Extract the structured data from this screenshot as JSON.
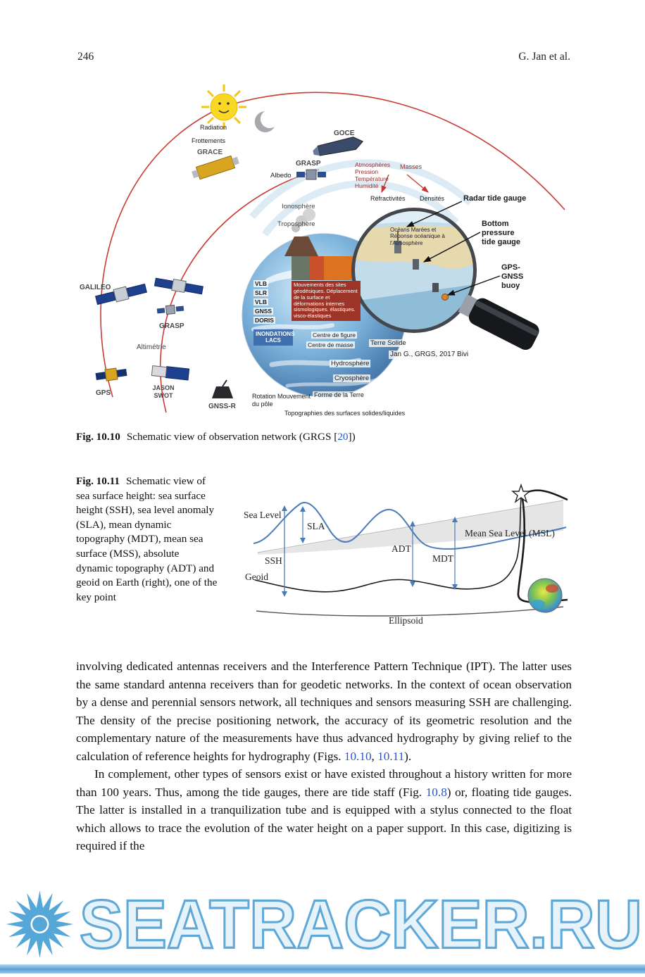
{
  "header": {
    "page_number": "246",
    "running_title": "G. Jan et al."
  },
  "fig10": {
    "caption": {
      "label": "Fig. 10.10",
      "pre": "Schematic view of observation network (GRGS [",
      "ref": "20",
      "post": "])"
    },
    "labels": {
      "radiation": "Radiation",
      "frottements": "Frottements",
      "grace": "GRACE",
      "goce": "GOCE",
      "grasp_top": "GRASP",
      "albedo": "Albedo",
      "atmospheres": "Atmosphères Pression Température Humidité",
      "masses": "Masses",
      "refractivites": "Réfractivités",
      "densites": "Densités",
      "ionosphere": "Ionosphère",
      "troposphere": "Troposphère",
      "radar_tide_gauge": "Radar tide gauge",
      "bottom_pressure_tide_gauge": "Bottom pressure tide gauge",
      "gps_gnss_buoy": "GPS-GNSS buoy",
      "oceans": "Océans Marées et Réponse océanique à l'Atmosphère",
      "vlb1": "VLB",
      "slr": "SLR",
      "vlb2": "VLB",
      "gnss": "GNSS",
      "doris": "DORIS",
      "mouvements": "Mouvements des sites géodésiques. Déplacement de la surface et déformations internes sismologiques. élastiques. visco-élastiques",
      "inondations": "INONDATIONS LACS",
      "centre_figure": "Centre de figure",
      "centre_masse": "Centre de masse",
      "terre_solide": "Terre Solide",
      "hydrosphere": "Hydrosphère",
      "cryosphere": "Cryosphère",
      "credit": "Jan G., GRGS, 2017 Bivi",
      "galileo": "GALILEO",
      "grasp_left": "GRASP",
      "altimetrie": "Altimétrie",
      "gps": "GPS",
      "jason_swot": "JASON SWOT",
      "gnss_r": "GNSS-R",
      "rotation": "Rotation Mouvement du pôle",
      "forme_terre": "Forme de la Terre",
      "topographies": "Topographies des surfaces solides/liquides"
    }
  },
  "fig11": {
    "caption": {
      "label": "Fig. 10.11",
      "text": "Schematic view of sea surface height: sea surface height (SSH), sea level anomaly (SLA), mean dynamic topography (MDT), mean sea surface (MSS), absolute dynamic topography (ADT) and geoid on Earth (right), one of the key point"
    },
    "labels": {
      "sea_level": "Sea Level",
      "sla": "SLA",
      "ssh": "SSH",
      "geoid": "Geoid",
      "adt": "ADT",
      "mdt": "MDT",
      "msl": "Mean Sea Level (MSL)",
      "ellipsoid": "Ellipsoid"
    }
  },
  "body": {
    "p1": {
      "t1": "involving dedicated antennas receivers and the Interference Pattern Technique (IPT). The latter uses the same standard antenna receivers than for geodetic networks. In the context of ocean observation by a dense and perennial sensors network, all techniques and sensors measuring SSH are challenging. The density of the precise positioning network, the accuracy of its geometric resolution and the complementary nature of the measurements have thus advanced hydrography by giving relief to the calculation of reference heights for hydrography (Figs. ",
      "link1": "10.10",
      "sep": ", ",
      "link2": "10.11",
      "t2": ")."
    },
    "p2": {
      "t1": "In complement, other types of sensors exist or have existed throughout a history written for more than 100 years. Thus, among the tide gauges, there are tide staff (Fig. ",
      "link1": "10.8",
      "t2": ") or, floating tide gauges. The latter is installed in a tranquilization tube and is equipped with a stylus connected to the float which allows to trace the evolution of the water height on a paper support. In this case, digitizing is required if the"
    }
  },
  "watermark": {
    "text": "SEATRACKER.RU"
  }
}
